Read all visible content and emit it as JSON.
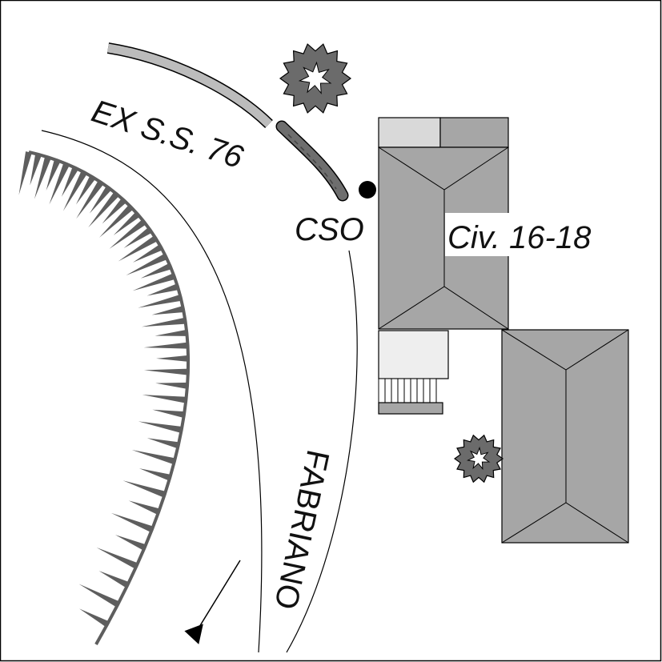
{
  "labels": {
    "road": "EX S.S. 76",
    "direction": "FABRIANO",
    "cso": "CSO",
    "building": "Civ. 16-18"
  },
  "colors": {
    "background": "#ffffff",
    "outline": "#000000",
    "roof": "#a6a6a6",
    "roof_light": "#d9d9d9",
    "annex": "#eeeeee",
    "embankment": "#5e5e5e",
    "tree": "#6b6b6b",
    "cso_marker": "#000000"
  },
  "icons": {
    "tree": "tree-icon",
    "cso_marker": "manhole-dot-icon",
    "direction_arrow": "arrow-down-left-icon"
  }
}
